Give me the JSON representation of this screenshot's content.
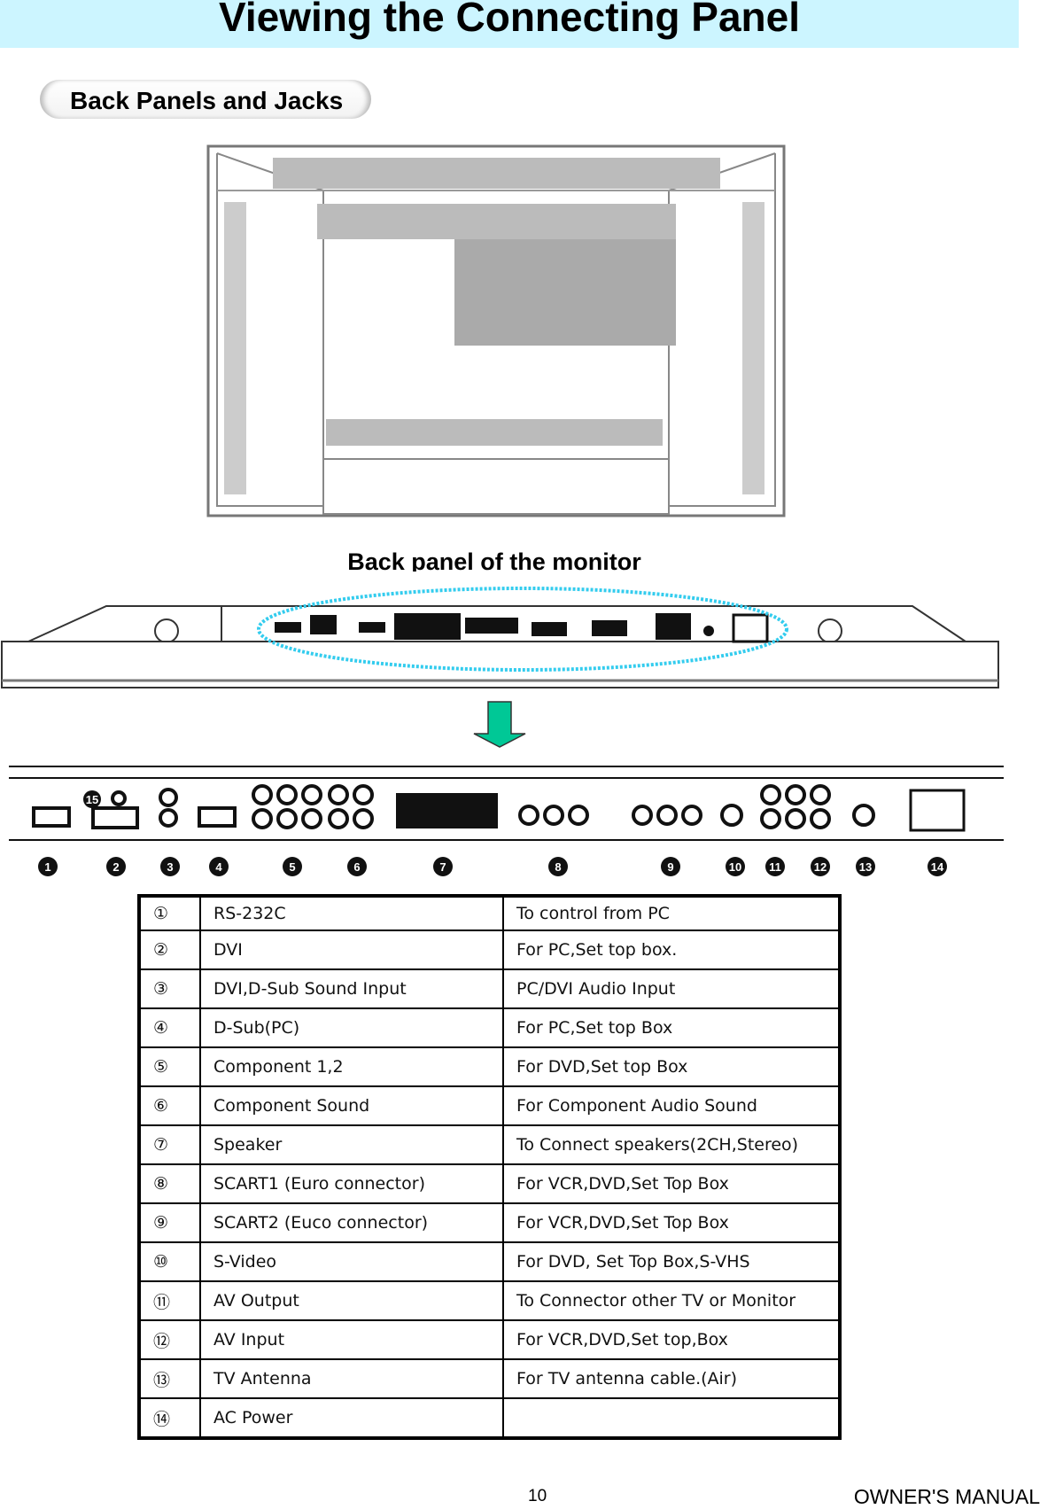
{
  "header": {
    "title": "Viewing the Connecting Panel"
  },
  "section": {
    "title": "Back Panels and Jacks"
  },
  "figure": {
    "caption": "Back panel of the monitor",
    "highlight_color": "#33ccee",
    "arrow_color": "#00c896",
    "callouts": [
      "1",
      "2",
      "3",
      "4",
      "5",
      "6",
      "7",
      "8",
      "9",
      "10",
      "11",
      "12",
      "13",
      "14",
      "15"
    ]
  },
  "table": {
    "rows": [
      {
        "num": "①",
        "name": "RS-232C",
        "desc": "To control from PC"
      },
      {
        "num": "②",
        "name": "DVI",
        "desc": "For PC,Set top box."
      },
      {
        "num": "③",
        "name": "DVI,D-Sub Sound Input",
        "desc": "PC/DVI Audio Input"
      },
      {
        "num": "④",
        "name": "D-Sub(PC)",
        "desc": "For PC,Set top Box"
      },
      {
        "num": "⑤",
        "name": "Component 1,2",
        "desc": "For DVD,Set top Box"
      },
      {
        "num": "⑥",
        "name": "Component Sound",
        "desc": "For Component Audio Sound"
      },
      {
        "num": "⑦",
        "name": "Speaker",
        "desc": "To Connect speakers(2CH,Stereo)"
      },
      {
        "num": "⑧",
        "name": "SCART1 (Euro connector)",
        "desc": "For VCR,DVD,Set Top Box"
      },
      {
        "num": "⑨",
        "name": "SCART2 (Euco connector)",
        "desc": "For VCR,DVD,Set Top Box"
      },
      {
        "num": "⑩",
        "name": "S-Video",
        "desc": "For DVD, Set Top Box,S-VHS"
      },
      {
        "num": "⑪",
        "name": "AV Output",
        "desc": "To Connector other TV or Monitor"
      },
      {
        "num": "⑫",
        "name": "AV Input",
        "desc": "For VCR,DVD,Set top,Box"
      },
      {
        "num": "⑬",
        "name": "TV Antenna",
        "desc": "For TV antenna cable.(Air)"
      },
      {
        "num": "⑭",
        "name": "AC Power",
        "desc": ""
      }
    ]
  },
  "footer": {
    "page": "10",
    "label": "OWNER'S MANUAL"
  }
}
